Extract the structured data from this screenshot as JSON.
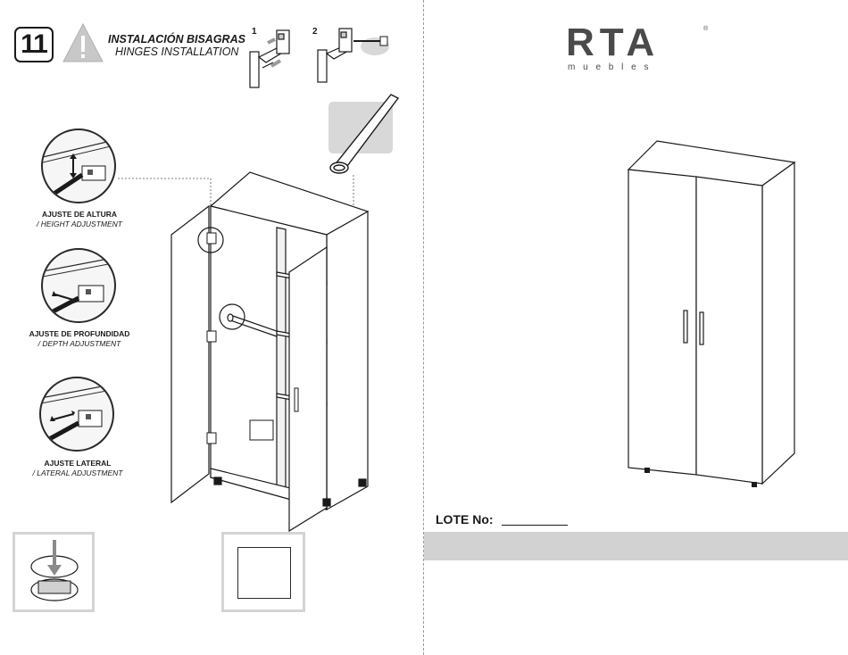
{
  "step": {
    "number": "11"
  },
  "title": {
    "spanish": "INSTALACIÓN BISAGRAS",
    "english": "HINGES INSTALLATION"
  },
  "hinge_steps": [
    "1",
    "2"
  ],
  "adjustments": [
    {
      "spanish": "AJUSTE DE ALTURA",
      "english": "/ HEIGHT ADJUSTMENT"
    },
    {
      "spanish": "AJUSTE DE PROFUNDIDAD",
      "english": "/ DEPTH ADJUSTMENT"
    },
    {
      "spanish": "AJUSTE LATERAL",
      "english": "/ LATERAL ADJUSTMENT"
    }
  ],
  "brand": {
    "name": "RTA",
    "sub": "m u e b l e s",
    "mark": "®"
  },
  "lot": {
    "label": "LOTE No:"
  },
  "colors": {
    "line": "#1a1a1a",
    "gray_band": "#d2d2d2",
    "detail_frame": "#d4d4d4",
    "logo": "#4a4a4a"
  },
  "icons": [
    "warning-icon",
    "screwdriver-icon",
    "arrow-down-icon",
    "hinge-icon"
  ]
}
